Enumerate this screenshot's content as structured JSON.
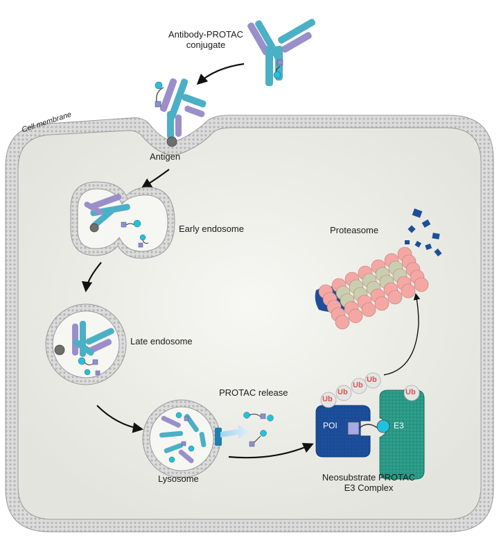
{
  "labels": {
    "conjugate_line1": "Antibody-PROTAC",
    "conjugate_line2": "conjugate",
    "cell_membrane": "Cell membrane",
    "antigen": "Antigen",
    "early_endosome": "Early endosome",
    "late_endosome": "Late endosome",
    "lysosome": "Lysosome",
    "protac_release": "PROTAC release",
    "proteasome": "Proteasome",
    "complex_line1": "Neosubstrate PROTAC",
    "complex_line2": "E3 Complex",
    "poi": "POI",
    "e3": "E3",
    "ub": "Ub"
  },
  "colors": {
    "antibody_heavy": "#4bb0c6",
    "antibody_light": "#9b8fc9",
    "warhead": "#1ec3e0",
    "ligand": "#8a8fd6",
    "membrane": "#c8c8c8",
    "cytoplasm": "#eeeeea",
    "poi": "#1c4e9a",
    "e3": "#2a9a86",
    "ub": "#e39595",
    "proteasome_pink": "#f4a7a3",
    "proteasome_green": "#c9cfae",
    "proteasome_cap": "#1c4e9a"
  }
}
